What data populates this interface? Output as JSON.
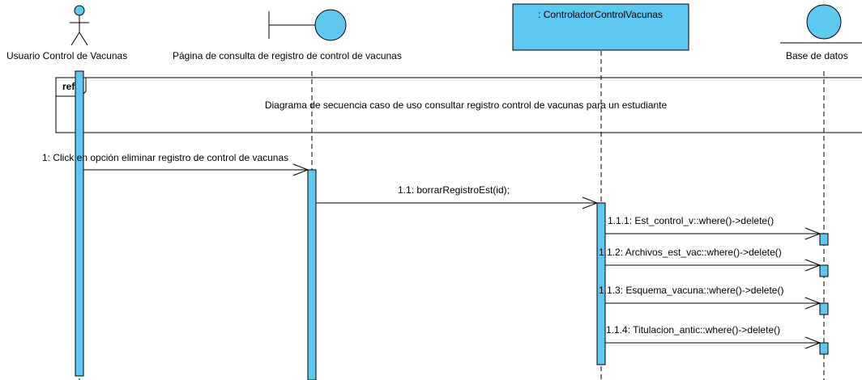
{
  "participants": {
    "actor": "Usuario Control de Vacunas",
    "boundary": "Página de consulta de registro de control de vacunas",
    "control": ": ControladorControlVacunas",
    "entity": "Base de datos"
  },
  "ref_fragment": {
    "tag": "ref",
    "text": "Diagrama de secuencia caso de uso consultar registro control de vacunas para un estudiante"
  },
  "messages": [
    "1: Click en opción eliminar registro de control de vacunas",
    "1.1: borrarRegistroEst(id);",
    "1.1.1: Est_control_v::where()->delete()",
    "1.1.2: Archivos_est_vac::where()->delete()",
    "1.1.3: Esquema_vacuna::where()->delete()",
    "1.1.4: Titulacion_antic::where()->delete()"
  ],
  "colors": {
    "activation_fill": "#5ec8f0",
    "line": "#000000"
  }
}
